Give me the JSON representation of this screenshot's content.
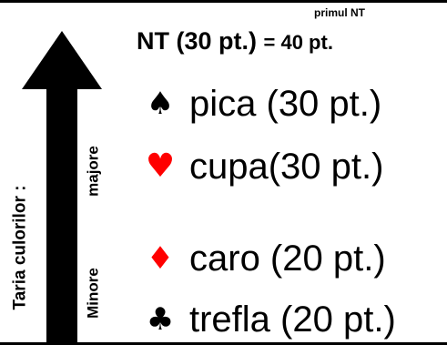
{
  "strength_label": "Taria culorilor :",
  "minor_label": "Minore",
  "major_label": "majore",
  "nt": {
    "small_label": "primul NT",
    "main_label": "NT (30 pt.)",
    "equals_label": "= 40 pt."
  },
  "suits": [
    {
      "icon": "spade-icon",
      "glyph": "♠",
      "color": "#000000",
      "label": "pica (30 pt.)"
    },
    {
      "icon": "heart-icon",
      "glyph": "♥",
      "color": "#ff0000",
      "label": "cupa(30 pt.)"
    },
    {
      "icon": "diamond-icon",
      "glyph": "♦",
      "color": "#ff0000",
      "label": "caro (20 pt.)"
    },
    {
      "icon": "club-icon",
      "glyph": "♣",
      "color": "#000000",
      "label": "trefla (20 pt.)"
    }
  ]
}
